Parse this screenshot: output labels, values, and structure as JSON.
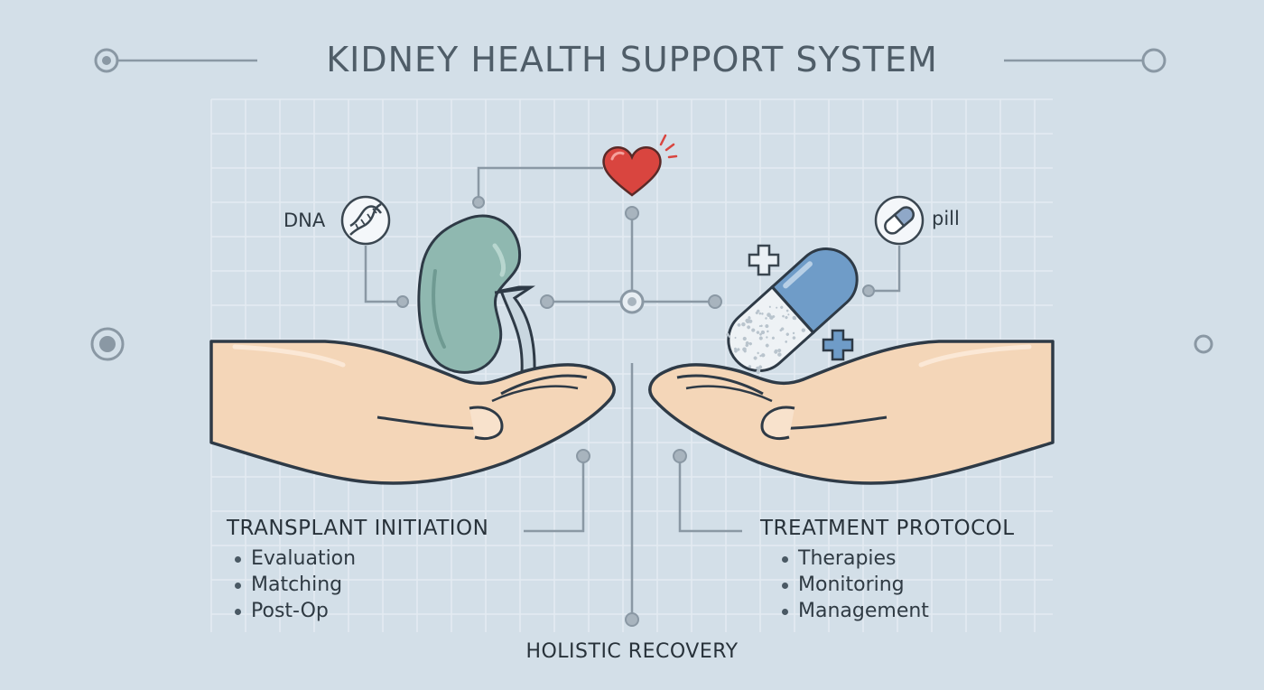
{
  "title": "KIDNEY HEALTH SUPPORT SYSTEM",
  "icons": {
    "dna": "dna-icon",
    "pill": "pill-icon",
    "heart": "heart-icon",
    "kidney": "kidney-icon",
    "capsule": "capsule-icon"
  },
  "labels": {
    "dna": "DNA",
    "pill": "pill"
  },
  "left_section": {
    "title": "TRANSPLANT INITIATION",
    "items": [
      "Evaluation",
      "Matching",
      "Post-Op"
    ]
  },
  "right_section": {
    "title": "TREATMENT PROTOCOL",
    "items": [
      "Therapies",
      "Monitoring",
      "Management"
    ]
  },
  "footer": "HOLISTIC RECOVERY",
  "colors": {
    "background": "#d3dfe8",
    "line": "#8a98a4",
    "kidney": "#8fb8b0",
    "heart": "#d9453f",
    "capsule_blue": "#6f9cc8",
    "skin": "#f4d6b8",
    "outline": "#2e3a46"
  }
}
